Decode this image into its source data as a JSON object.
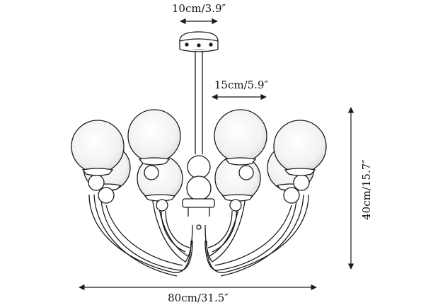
{
  "dimensions": {
    "canopy_width": "10cm/3.9″",
    "globe_diameter": "15cm/5.9″",
    "fixture_height": "40cm/15.7″",
    "fixture_width": "80cm/31.5″"
  },
  "colors": {
    "line": "#1a1a1a",
    "background": "#ffffff"
  }
}
